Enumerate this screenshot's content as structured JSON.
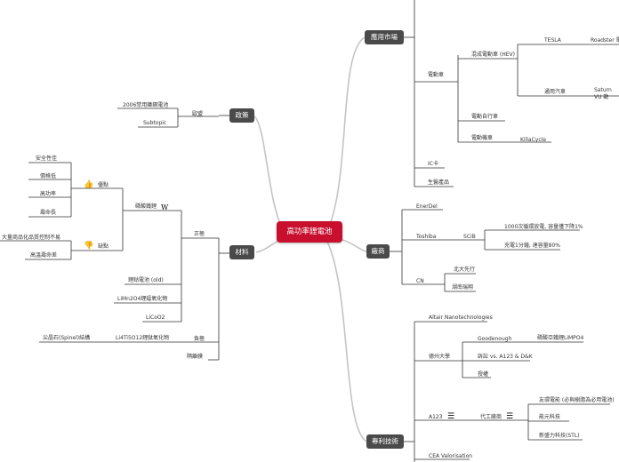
{
  "root": "高功率鋰電池",
  "branches": {
    "apps": "應用市場",
    "vendors": "廠商",
    "patents": "專利技術",
    "policy": "政策",
    "materials": "材料"
  },
  "apps": {
    "ev": "電動車",
    "hev": "混成電動車 (HEV)",
    "tesla": "TESLA",
    "roadster": "Roadster 電動",
    "gm": "通用汽車",
    "saturn": "Saturn VU 動",
    "ebike": "電動自行車",
    "emoto": "電動機車",
    "killacycle": "KillaCycle",
    "ic_card": "IC卡",
    "biomed": "生醫產品"
  },
  "vendors": {
    "enerdel": "EnerDel",
    "toshiba": "Toshiba",
    "scib": "SCiB",
    "scib_1": "1000次循環放電, 容量僅下降1%",
    "scib_2": "充電1分鐘, 達容量80%",
    "cn": "CN",
    "cn_1": "北大先行",
    "cn_2": "湖南瑞翔"
  },
  "patents": {
    "altair": "Altair Nanotechnologies",
    "texas": "德州大學",
    "goodenough": "Goodenough",
    "goodenough_1": "磷酸亞鐵鋰LiMPO4",
    "lawsuit": "訴訟 vs. A123 & D&K",
    "license": "授權",
    "a123": "A123",
    "oem": "代工廠商",
    "oem_1": "友環電能 (必與樹脂為必用電池)",
    "oem_2": "能元科技",
    "oem_3": "新盛力科技(STL)",
    "cea": "CEA Valorisation"
  },
  "policy": {
    "eu": "歐盟",
    "eu_1": "2006禁用鎳鎘電池",
    "eu_2": "Subtopic"
  },
  "materials": {
    "cathode": "正極",
    "lfp": "磷酸鐵鋰",
    "pros": "優點",
    "pros_1": "安全性佳",
    "pros_2": "價格低",
    "pros_3": "高功率",
    "pros_4": "壽命長",
    "cons": "缺點",
    "cons_1": "大量商品化品質控制不易",
    "cons_2": "高溫壽命差",
    "lco_old": "鋰鈷電池 (old)",
    "lmo": "LiMn2O4鋰錳氧化物",
    "lco": "LiCoO2",
    "anode": "負極",
    "lto": "Li4Ti5O12鋰鈦氧化物",
    "spinel": "尖晶石(Spinel)結構",
    "separator": "隔離膜"
  },
  "colors": {
    "root": "#c8102e",
    "node": "#4a4a4a",
    "line": "#333333",
    "curve": "#bbbbbb"
  }
}
